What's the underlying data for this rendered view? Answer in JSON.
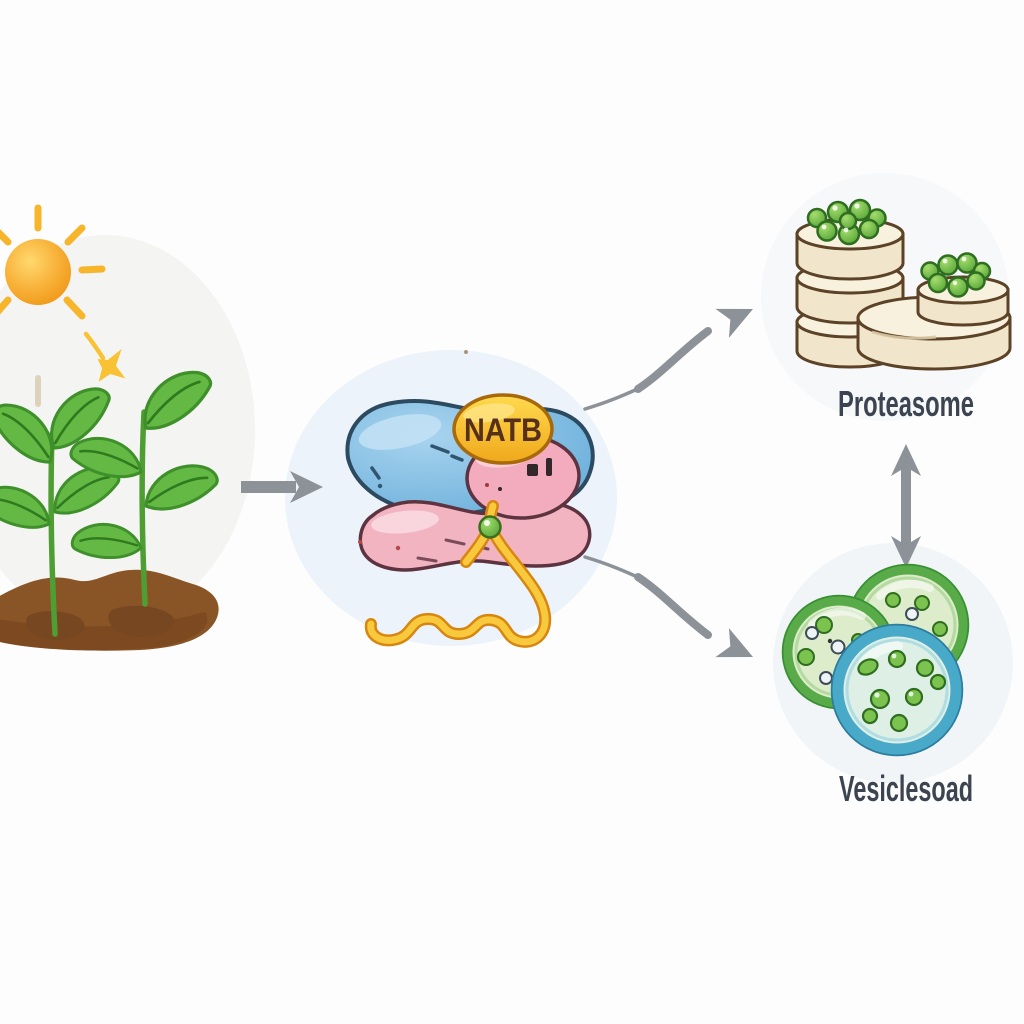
{
  "meta": {
    "type": "scientific-cartoon-diagram",
    "description": "Pathway illustration: sunlight and seedlings feed into the NATB protein complex, which routes proteins to the proteasome or to vesicles"
  },
  "background_color": "#fdfdfd",
  "labels": {
    "natb_badge": "NATB",
    "proteasome": "Proteasome",
    "vesicles": "Vesiclesoad"
  },
  "nodes": [
    {
      "id": "plant",
      "icon": "sun-and-seedlings-icon",
      "description": "Two green seedlings in brown soil beneath an orange sun with rays and a yellow sparkle"
    },
    {
      "id": "natb_complex",
      "icon": "protein-complex-icon",
      "badge": "NATB",
      "description": "Blue and pink protein subunits with a yellow NATB badge, a yellow squiggly peptide ribbon and a green bead"
    },
    {
      "id": "proteasome",
      "icon": "proteasome-icon",
      "label": "Proteasome",
      "description": "Stacks of cream barrel cylinders topped with clusters of green peas"
    },
    {
      "id": "vesicles",
      "icon": "vesicles-icon",
      "label": "Vesiclesoad",
      "description": "Three round vesicles, two green-rimmed and one blue-rimmed, filled with small green dots"
    }
  ],
  "arrows": [
    {
      "from": "plant",
      "to": "natb_complex",
      "shape": "straight-right"
    },
    {
      "from": "natb_complex",
      "to": "proteasome",
      "shape": "curved-up-right"
    },
    {
      "from": "natb_complex",
      "to": "vesicles",
      "shape": "curved-down-right"
    },
    {
      "from": "proteasome",
      "to": "vesicles",
      "shape": "vertical-double-headed"
    }
  ],
  "colors": {
    "arrow_gray": "#8d9298",
    "label_text": "#3b4450",
    "badge_yellow": "#f9c532",
    "badge_border": "#a8690c",
    "badge_text_brown": "#57301b",
    "complex_blue": "#74b7e2",
    "complex_pink": "#f2b2c1",
    "ribbon_yellow": "#f8c93c",
    "ribbon_outline": "#d8860f",
    "bead_green": "#7cc24e",
    "halo_blue": "#ecf3fa",
    "leaf_green": "#63b944",
    "stem_green": "#4f9e33",
    "soil_brown": "#8a5526",
    "soil_dark": "#774722",
    "sun_orange": "#f29c1c",
    "sun_ray": "#f6b52b",
    "proteasome_cream": "#f1e6cb",
    "proteasome_outline": "#5c4226",
    "pea_green": "#6abf4b",
    "vesicle_green_rim": "#58ab48",
    "vesicle_blue_rim": "#49a9c9",
    "vesicle_fill": "#ddecca"
  }
}
